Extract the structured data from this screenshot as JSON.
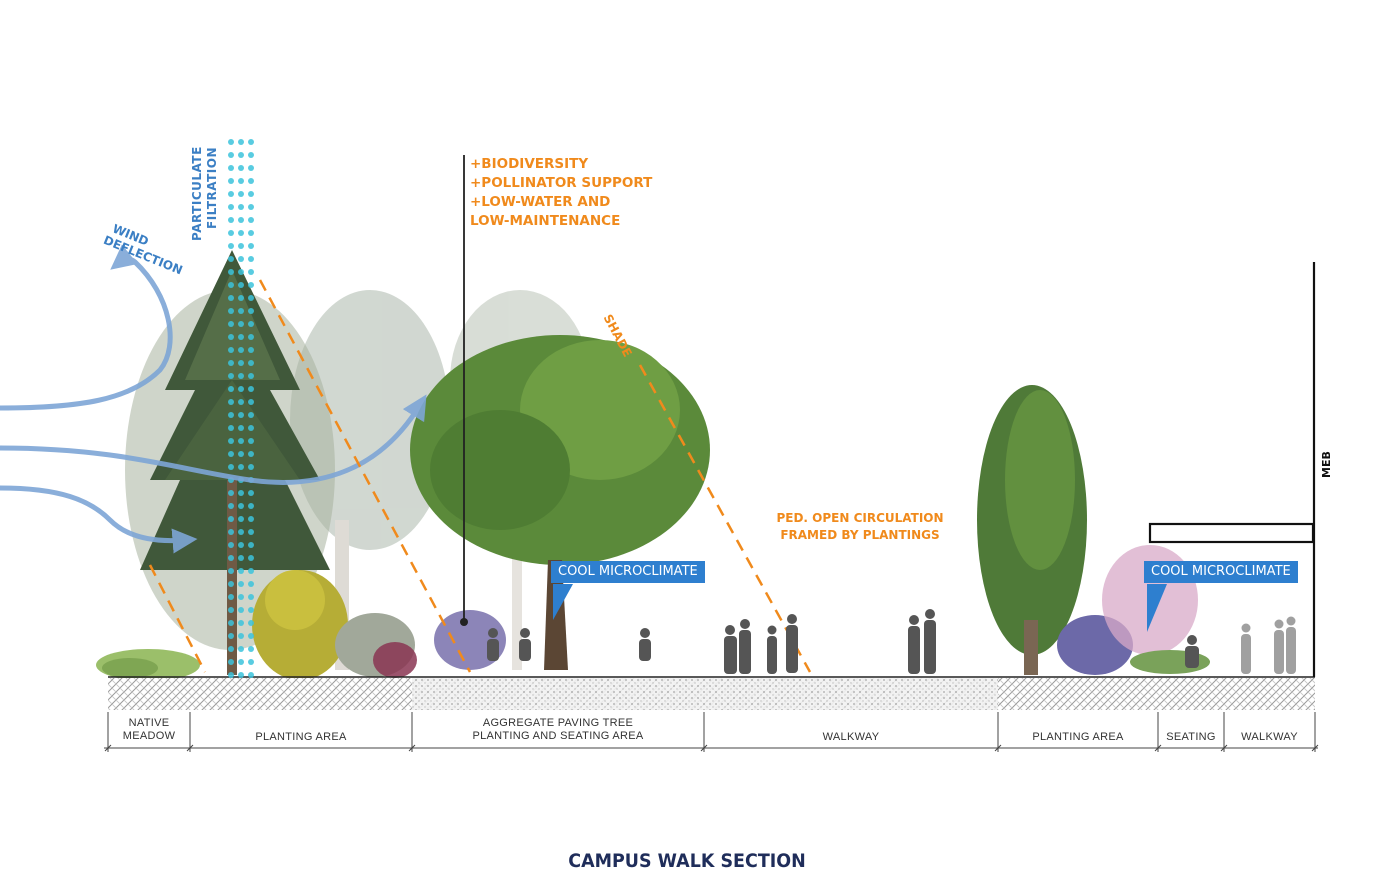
{
  "title": "CAMPUS WALK SECTION",
  "callouts": {
    "particulate": [
      "PARTICULATE",
      "FILTRATION"
    ],
    "wind": [
      "WIND",
      "DEFLECTION"
    ],
    "benefits": [
      "+BIODIVERSITY",
      "+POLLINATOR SUPPORT",
      "+LOW-WATER AND",
      "LOW-MAINTENANCE"
    ],
    "shade": "SHADE",
    "ped": [
      "PED. OPEN CIRCULATION",
      "FRAMED BY PLANTINGS"
    ],
    "cool_1": "COOL MICROCLIMATE",
    "cool_2": "COOL MICROCLIMATE",
    "building": "MEB"
  },
  "zones": [
    {
      "label": [
        "NATIVE",
        "MEADOW"
      ]
    },
    {
      "label": [
        "PLANTING AREA"
      ]
    },
    {
      "label": [
        "AGGREGATE PAVING TREE",
        "PLANTING AND SEATING AREA"
      ]
    },
    {
      "label": [
        "WALKWAY"
      ]
    },
    {
      "label": [
        "PLANTING AREA"
      ]
    },
    {
      "label": [
        "SEATING"
      ]
    },
    {
      "label": [
        "WALKWAY"
      ]
    }
  ],
  "colors": {
    "accent_orange": "#f08a1c",
    "accent_blue": "#2e7fcf",
    "wind_blue": "#7ea6d6",
    "dots_cyan": "#3cc3dc",
    "title_navy": "#1f2d5a"
  }
}
